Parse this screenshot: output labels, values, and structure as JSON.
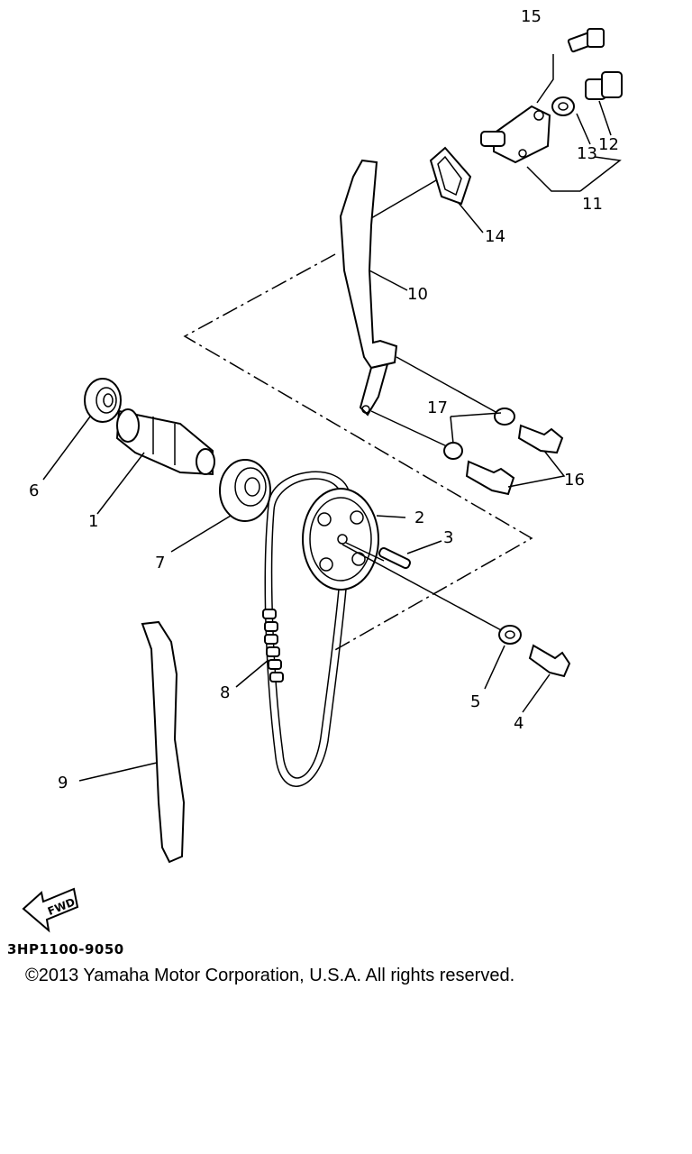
{
  "labels": {
    "p1": "1",
    "p2": "2",
    "p3": "3",
    "p4": "4",
    "p5": "5",
    "p6": "6",
    "p7": "7",
    "p8": "8",
    "p9": "9",
    "p10": "10",
    "p11": "11",
    "p12": "12",
    "p13": "13",
    "p14": "14",
    "p15": "15",
    "p16": "16",
    "p17": "17"
  },
  "fwd": "FWD",
  "diagram_code": "3HP1100-9050",
  "copyright": "©2013 Yamaha Motor Corporation, U.S.A. All rights reserved."
}
